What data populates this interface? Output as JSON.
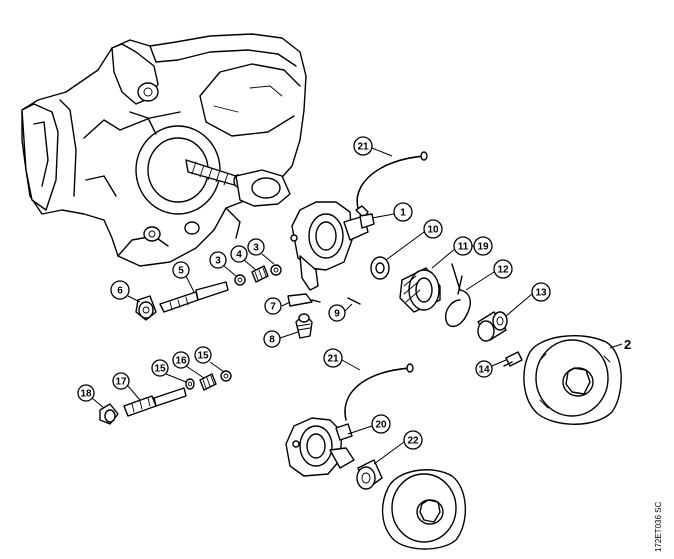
{
  "callouts": [
    {
      "id": "c21a",
      "label": "21"
    },
    {
      "id": "c1",
      "label": "1"
    },
    {
      "id": "c10",
      "label": "10"
    },
    {
      "id": "c11",
      "label": "11"
    },
    {
      "id": "c19",
      "label": "19"
    },
    {
      "id": "c12",
      "label": "12"
    },
    {
      "id": "c13",
      "label": "13"
    },
    {
      "id": "c4",
      "label": "4"
    },
    {
      "id": "c3a",
      "label": "3"
    },
    {
      "id": "c3b",
      "label": "3"
    },
    {
      "id": "c5",
      "label": "5"
    },
    {
      "id": "c6",
      "label": "6"
    },
    {
      "id": "c7",
      "label": "7"
    },
    {
      "id": "c9",
      "label": "9"
    },
    {
      "id": "c8",
      "label": "8"
    },
    {
      "id": "c21b",
      "label": "21"
    },
    {
      "id": "c20",
      "label": "20"
    },
    {
      "id": "c22",
      "label": "22"
    },
    {
      "id": "c16",
      "label": "16"
    },
    {
      "id": "c15a",
      "label": "15"
    },
    {
      "id": "c15b",
      "label": "15"
    },
    {
      "id": "c17",
      "label": "17"
    },
    {
      "id": "c18",
      "label": "18"
    },
    {
      "id": "c14",
      "label": "14"
    }
  ],
  "sprocket_label": "2",
  "reference_code": "172ET036 SC"
}
